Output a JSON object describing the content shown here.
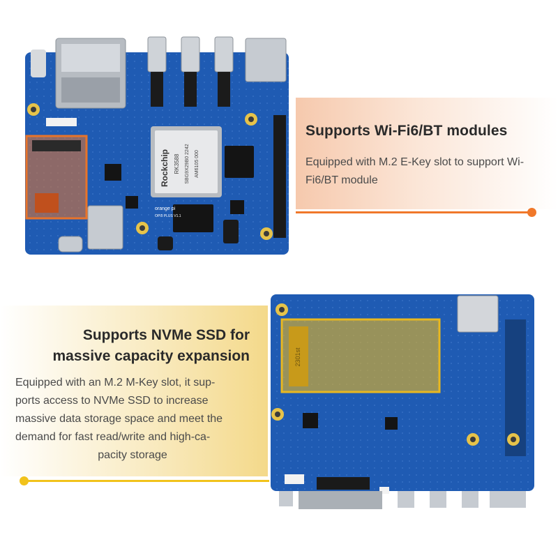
{
  "wifi": {
    "title": "Supports Wi-Fi6/BT modules",
    "description": "Equipped with M.2 E-Key slot to support Wi-Fi6/BT module"
  },
  "nvme": {
    "title_line1": "Supports NVMe SSD for",
    "title_line2": "massive capacity expansion",
    "desc_lines": [
      "Equipped with an M.2 M-Key slot, it sup-",
      "ports access to NVMe SSD to increase",
      "massive data storage space and meet the",
      "demand for fast read/write and high-ca-",
      "pacity storage"
    ]
  },
  "board_front": {
    "chip_brand": "Rockchip",
    "chip_model": "RK3588",
    "chip_code": "SBG9X29B0 2242",
    "chip_lot": "AM6105 000",
    "silkscreen": "OPI5 PLUS V1.1",
    "logo_text": "orange pi"
  },
  "board_back": {
    "slot_label": "2301st"
  },
  "colors": {
    "pcb_blue": "#1f5bb3",
    "accent_orange": "#f0782a",
    "accent_yellow": "#f1c21b",
    "highlight_orange": "#e8742a",
    "highlight_yellow": "#e9b820"
  }
}
